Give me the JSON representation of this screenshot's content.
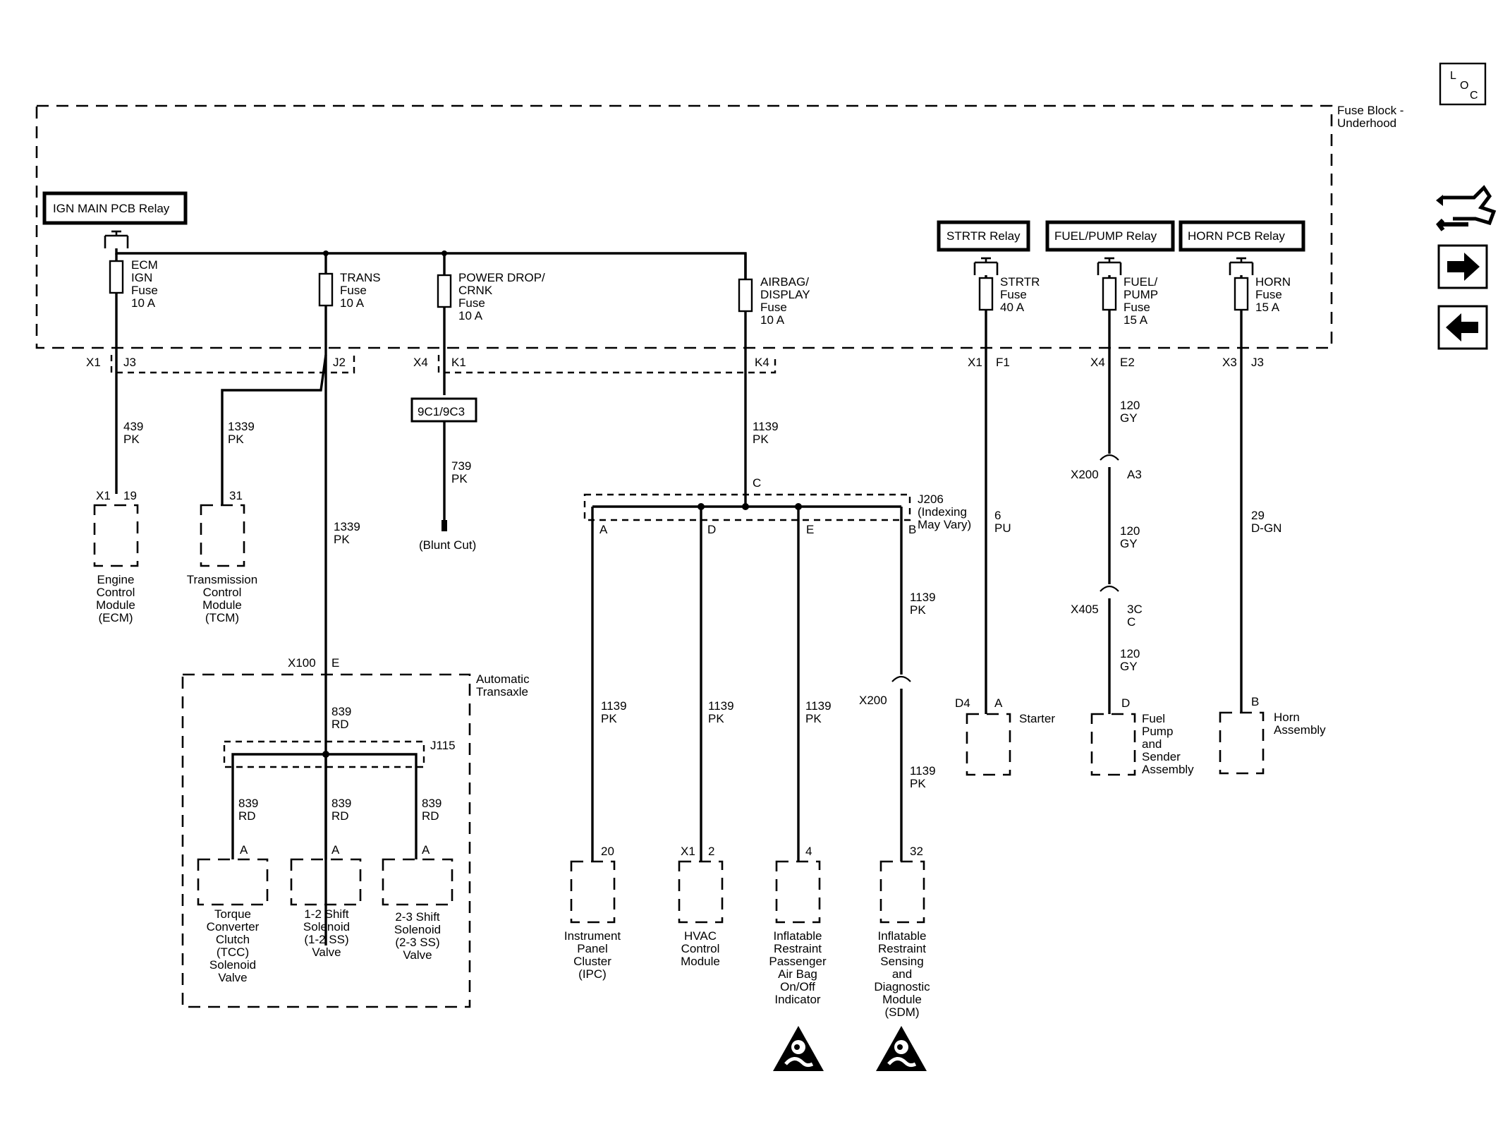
{
  "fuse_block": {
    "label_1": "Fuse Block -",
    "label_2": "Underhood"
  },
  "relays": {
    "ign_main": "IGN MAIN PCB Relay",
    "strtr": "STRTR Relay",
    "fuel_pump": "FUEL/PUMP Relay",
    "horn": "HORN PCB Relay"
  },
  "fuses": {
    "ecm": [
      "ECM",
      "IGN",
      "Fuse",
      "10 A"
    ],
    "trans": [
      "TRANS",
      "Fuse",
      "10 A"
    ],
    "power_drop": [
      "POWER DROP/",
      "CRNK",
      "Fuse",
      "10 A"
    ],
    "airbag": [
      "AIRBAG/",
      "DISPLAY",
      "Fuse",
      "10 A"
    ],
    "strtr": [
      "STRTR",
      "Fuse",
      "40 A"
    ],
    "fuel_pump": [
      "FUEL/",
      "PUMP",
      "Fuse",
      "15 A"
    ],
    "horn": [
      "HORN",
      "Fuse",
      "15 A"
    ]
  },
  "connectors": {
    "x1_j3": [
      "X1",
      "J3"
    ],
    "j2": "J2",
    "x4_k1": [
      "X4",
      "K1"
    ],
    "k4": "K4",
    "x1_f1": [
      "X1",
      "F1"
    ],
    "x4_e2": [
      "X4",
      "E2"
    ],
    "x3_j3": [
      "X3",
      "J3"
    ],
    "ecm_pin": [
      "X1",
      "19"
    ],
    "tcm_pin": "31",
    "x100": [
      "X100",
      "E"
    ],
    "j115": "J115",
    "j206": [
      "J206",
      "(Indexing",
      "May Vary)"
    ],
    "splice_c": "C",
    "j206_pins": [
      "A",
      "D",
      "E",
      "B"
    ],
    "solenoid_pins": [
      "A",
      "A",
      "A"
    ],
    "ipc_pin": "20",
    "hvac_pin": [
      "X1",
      "2"
    ],
    "pass_pin": "4",
    "sdm_pin": "32",
    "x200_left": "X200",
    "x200_right": [
      "X200",
      "A3"
    ],
    "x405": [
      "X405",
      "3C",
      "C"
    ],
    "starter_pin": [
      "D4",
      "A"
    ],
    "fuel_pin": "D",
    "horn_pin": "B"
  },
  "wires": {
    "w439": [
      "439",
      "PK"
    ],
    "w1339a": [
      "1339",
      "PK"
    ],
    "w1339b": [
      "1339",
      "PK"
    ],
    "w739": [
      "739",
      "PK"
    ],
    "w1139a": [
      "1139",
      "PK"
    ],
    "w839a": [
      "839",
      "RD"
    ],
    "w839b": [
      "839",
      "RD"
    ],
    "w839c": [
      "839",
      "RD"
    ],
    "w839d": [
      "839",
      "RD"
    ],
    "w1139_ipc": [
      "1139",
      "PK"
    ],
    "w1139_hvac": [
      "1139",
      "PK"
    ],
    "w1139_pass": [
      "1139",
      "PK"
    ],
    "w1139_b": [
      "1139",
      "PK"
    ],
    "w1139_sdm": [
      "1139",
      "PK"
    ],
    "w6": [
      "6",
      "PU"
    ],
    "w120a": [
      "120",
      "GY"
    ],
    "w120b": [
      "120",
      "GY"
    ],
    "w120c": [
      "120",
      "GY"
    ],
    "w29": [
      "29",
      "D-GN"
    ]
  },
  "misc": {
    "c9c1": "9C1/9C3",
    "blunt_cut": "(Blunt Cut)"
  },
  "components": {
    "ecm": [
      "Engine",
      "Control",
      "Module",
      "(ECM)"
    ],
    "tcm": [
      "Transmission",
      "Control",
      "Module",
      "(TCM)"
    ],
    "transaxle": [
      "Automatic",
      "Transaxle"
    ],
    "tcc": [
      "Torque",
      "Converter",
      "Clutch",
      "(TCC)",
      "Solenoid",
      "Valve"
    ],
    "ss12": [
      "1-2 Shift",
      "Solenoid",
      "(1-2 SS)",
      "Valve"
    ],
    "ss23": [
      "2-3 Shift",
      "Solenoid",
      "(2-3 SS)",
      "Valve"
    ],
    "ipc": [
      "Instrument",
      "Panel",
      "Cluster",
      "(IPC)"
    ],
    "hvac": [
      "HVAC",
      "Control",
      "Module"
    ],
    "pass_airbag": [
      "Inflatable",
      "Restraint",
      "Passenger",
      "Air Bag",
      "On/Off",
      "Indicator"
    ],
    "sdm": [
      "Inflatable",
      "Restraint",
      "Sensing",
      "and",
      "Diagnostic",
      "Module",
      "(SDM)"
    ],
    "starter": "Starter",
    "fuel_pump": [
      "Fuel",
      "Pump",
      "and",
      "Sender",
      "Assembly"
    ],
    "horn": [
      "Horn",
      "Assembly"
    ]
  },
  "nav": {
    "loc_icon": "loc-icon",
    "component_icon": "wrench-component-icon",
    "next_icon": "arrow-right-icon",
    "prev_icon": "arrow-left-icon",
    "warning_icon": "airbag-warning-icon"
  }
}
